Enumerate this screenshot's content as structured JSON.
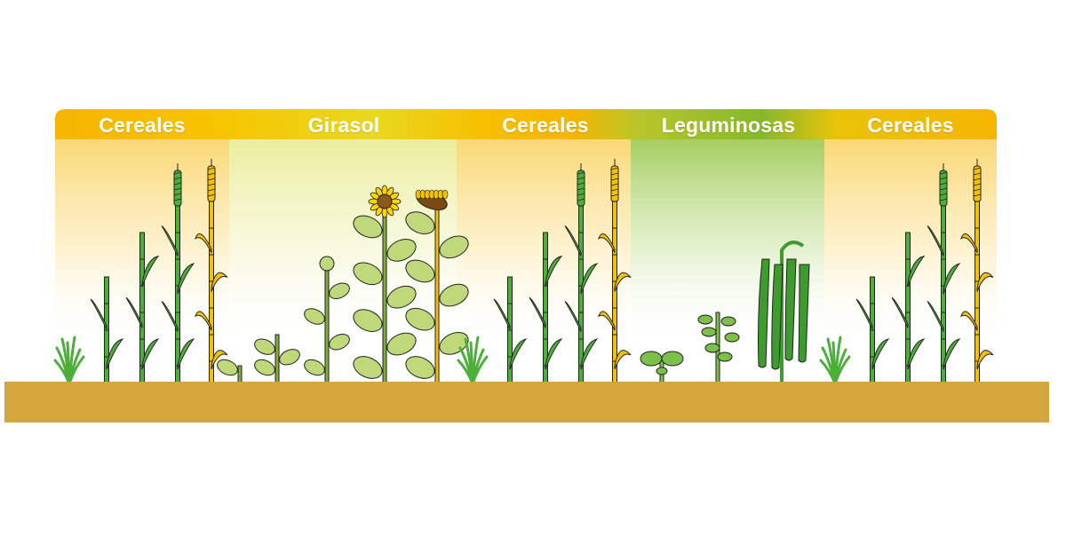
{
  "diagram": {
    "segments": [
      {
        "label": "Cereales",
        "crop": "cereal"
      },
      {
        "label": "Girasol",
        "crop": "sunflower"
      },
      {
        "label": "Cereales",
        "crop": "cereal"
      },
      {
        "label": "Leguminosas",
        "crop": "legume"
      },
      {
        "label": "Cereales",
        "crop": "cereal"
      }
    ]
  },
  "colors": {
    "cereal_band": "#f5b800",
    "sunflower_band": "#e6d21a",
    "legume_band": "#8fbd2a",
    "soil": "#d4a73c",
    "plant_green": "#4caf3a",
    "plant_outline": "#222222",
    "ripe_yellow": "#f2c200",
    "sunflower_leaf": "#bfd97a",
    "bean_green": "#3e9c2e"
  }
}
